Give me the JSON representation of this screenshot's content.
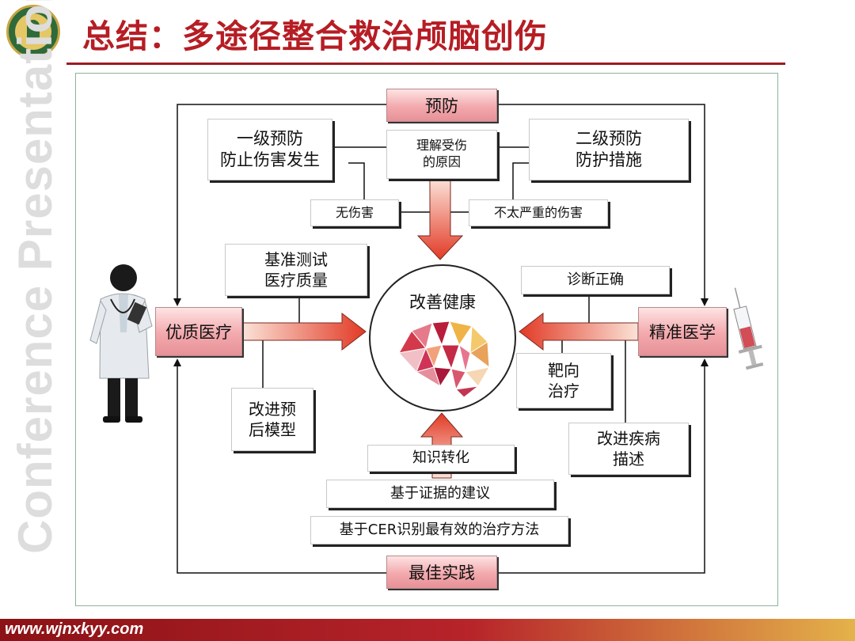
{
  "header": {
    "title": "总结：多途径整合救治颅脑创伤",
    "side_watermark": "Conference Presentation",
    "url": "www.wjnxkyy.com"
  },
  "diagram": {
    "top_hub": "预防",
    "bottom_hub": "最佳实践",
    "left_hub": "优质医疗",
    "right_hub": "精准医学",
    "center": "改善健康",
    "primary_prevention": [
      "一级预防",
      "防止伤害发生"
    ],
    "secondary_prevention": [
      "二级预防",
      "防护措施"
    ],
    "understand_causes": [
      "理解受伤",
      "的原因"
    ],
    "no_injury": "无伤害",
    "less_severe": "不太严重的伤害",
    "benchmark": [
      "基准测试",
      "医疗质量"
    ],
    "improve_prognosis": [
      "改进预",
      "后模型"
    ],
    "diagnosis": "诊断正确",
    "targeted_therapy": [
      "靶向",
      "治疗"
    ],
    "improve_disease": [
      "改进疾病",
      "描述"
    ],
    "knowledge": "知识转化",
    "evidence": "基于证据的建议",
    "cer": "基于CER识别最有效的治疗方法"
  },
  "colors": {
    "title": "#b61d24",
    "accent_arrow": "#e03a26",
    "hub_fill": "#f3a9ad"
  }
}
